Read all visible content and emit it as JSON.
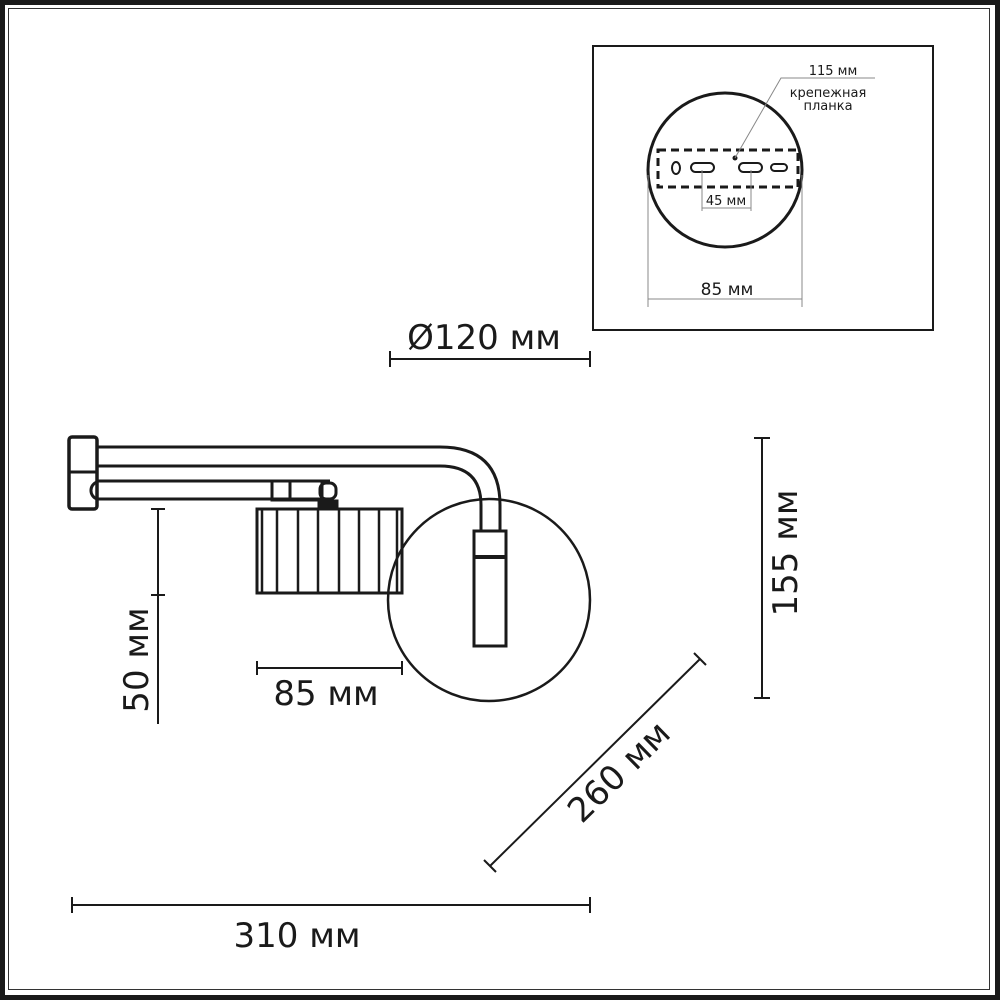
{
  "drawing": {
    "type": "wall lamp dimension drawing",
    "dimensions": {
      "disc_diameter": "Ø120 мм",
      "total_height": "155 мм",
      "shade_height": "50 мм",
      "shade_width": "85 мм",
      "arm_diagonal": "260 мм",
      "total_length": "310 мм"
    },
    "mounting_inset": {
      "plate_length": "115 мм",
      "plate_label_line1": "крепежная",
      "plate_label_line2": "планка",
      "hole_spacing": "45 мм",
      "base_width": "85 мм"
    }
  },
  "colors": {
    "line": "#1a1a1a",
    "background": "#ffffff",
    "leader": "#888888"
  }
}
